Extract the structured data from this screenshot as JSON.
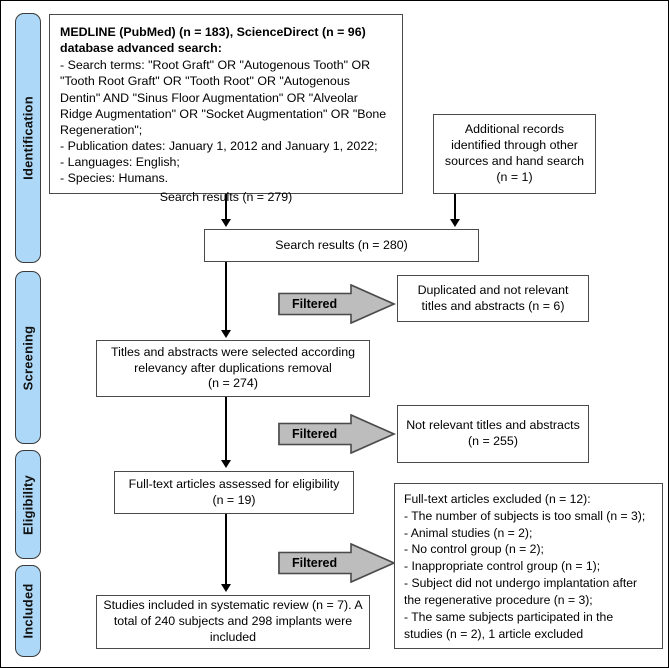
{
  "figure": {
    "type": "prisma-flow-diagram",
    "title": "PRISMA study selection flow diagram"
  },
  "stages": [
    {
      "label": "Identification"
    },
    {
      "label": "Screening"
    },
    {
      "label": "Eligibility"
    },
    {
      "label": "Included"
    }
  ],
  "boxes": {
    "search_strategy": {
      "heading": "MEDLINE (PubMed) (n = 183), ScienceDirect (n = 96) database advanced search:",
      "body": "- Search terms: \"Root Graft\" OR \"Autogenous Tooth\" OR \"Tooth Root Graft\" OR \"Tooth Root\" OR \"Autogenous Dentin\" AND \"Sinus Floor Augmentation\" OR \"Alveolar Ridge Augmentation\" OR \"Socket Augmentation\" OR \"Bone Regeneration\";\n- Publication dates: January 1, 2012 and January 1, 2022;\n- Languages: English;\n- Species: Humans.",
      "total": "Search results (n = 279)"
    },
    "additional_records": {
      "text": "Additional records identified through other sources and hand search (n = 1)"
    },
    "search_results_combined": {
      "text": "Search results (n = 280)"
    },
    "duplicated_excluded": {
      "text": "Duplicated and not relevant titles and abstracts (n = 6)"
    },
    "titles_abstracts_selected": {
      "text": "Titles and abstracts were selected according relevancy after duplications removal\n(n = 274)"
    },
    "not_relevant": {
      "text": "Not relevant titles and abstracts\n(n = 255)"
    },
    "fulltext_eligibility": {
      "text": "Full-text articles assessed for eligibility\n(n = 19)"
    },
    "fulltext_excluded": {
      "text": "Full-text articles excluded (n = 12):\n- The number of subjects is too small (n = 3);\n- Animal studies (n = 2);\n- No control group (n = 2);\n- Inappropriate control group (n = 1);\n- Subject did not undergo implantation after the regenerative procedure (n = 3);\n- The same subjects participated in the studies (n = 2), 1 article excluded"
    },
    "studies_included": {
      "text": "Studies included in systematic review (n = 7). A total of 240 subjects and 298 implants were included"
    }
  },
  "filter_arrows": [
    {
      "label": "Filtered"
    },
    {
      "label": "Filtered"
    },
    {
      "label": "Filtered"
    }
  ],
  "colors": {
    "stage_pill_fill": "#add8f7",
    "stage_pill_border": "#3b3b3b",
    "box_border": "#4a4a4a",
    "arrow_fill": "#bdbdbd",
    "arrow_border": "#4a4a4a",
    "connector": "#000000",
    "background": "#ffffff"
  },
  "counts": {
    "medline_pubmed": 183,
    "sciencedirect": 96,
    "database_search_results": 279,
    "additional_records": 1,
    "combined_search_results": 280,
    "duplicated_not_relevant_excluded": 6,
    "titles_abstracts_screened": 274,
    "not_relevant_excluded": 255,
    "fulltext_assessed": 19,
    "fulltext_excluded": 12,
    "studies_included": 7,
    "total_subjects": 240,
    "total_implants": 298
  }
}
